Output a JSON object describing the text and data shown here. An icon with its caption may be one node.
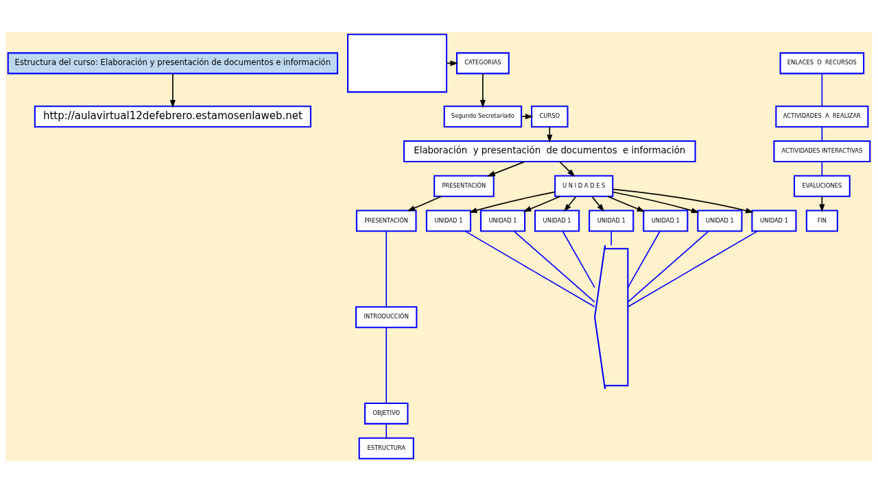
{
  "diagram": {
    "nodes": [
      {
        "text": [
          "Estructura del curso: Elaboración y presentación de documentos e información"
        ]
      },
      {
        "text": [
          "http://aulavirtual12defebrero.estamosenlaweb.net"
        ]
      },
      {
        "text": [
          "CATEGORIAS"
        ]
      },
      {
        "text": [],
        "shape": "box"
      },
      {
        "text": [
          "Segundo Secretariado"
        ]
      },
      {
        "text": [
          "CURSO"
        ]
      },
      {
        "text": [
          "Elaboración  y presentación  de documentos  e información"
        ]
      },
      {
        "text": [
          "PRESENTACIÓN"
        ]
      },
      {
        "text": [
          "PRESENTACIÓN"
        ]
      },
      {
        "text": [
          "INTRODUCCIÓN"
        ]
      },
      {
        "text": [
          "OBJETIVO"
        ]
      },
      {
        "text": [
          "ESTRUCTURA"
        ]
      },
      {
        "text": [
          "U N I D A D E S"
        ]
      },
      {
        "text": [
          "UNIDAD 1"
        ]
      },
      {
        "text": [
          "UNIDAD 1"
        ]
      },
      {
        "text": [
          "UNIDAD 1"
        ]
      },
      {
        "text": [
          "UNIDAD 1"
        ]
      },
      {
        "text": [
          "UNIDAD 1"
        ]
      },
      {
        "text": [
          "UNIDAD 1"
        ]
      },
      {
        "text": [
          "UNIDAD 1"
        ]
      },
      {
        "text": [],
        "shape": "bracket"
      },
      {
        "text": [
          "ENLACES  O  RECURSOS"
        ]
      },
      {
        "text": [
          "ACTIVIDADES  A  REALIZAR"
        ]
      },
      {
        "text": [
          "ACTIVIDADES INTERACTIVAS"
        ]
      },
      {
        "text": [
          "EVALUCIONES"
        ]
      },
      {
        "text": [
          "FIN"
        ]
      }
    ],
    "edges": [
      {
        "from": 0,
        "to": 1,
        "arrow": "to"
      },
      {
        "from": 3,
        "to": 2,
        "arrow": "to"
      },
      {
        "from": 2,
        "to": 4,
        "arrow": "to"
      },
      {
        "from": 4,
        "to": 5,
        "arrow": "to"
      },
      {
        "from": 5,
        "to": 6,
        "arrow": "to"
      },
      {
        "from": 6,
        "to": 7,
        "arrow": "to"
      },
      {
        "from": 6,
        "to": 12,
        "arrow": "to"
      },
      {
        "from": 7,
        "to": 8,
        "arrow": "to"
      },
      {
        "from": 8,
        "to": 9,
        "arrow": "none",
        "color": "#0000ff"
      },
      {
        "from": 9,
        "to": 10,
        "arrow": "none",
        "color": "#0000ff"
      },
      {
        "from": 10,
        "to": 11,
        "arrow": "none",
        "color": "#0000ff"
      },
      {
        "from": 12,
        "to": 13,
        "arrow": "to"
      },
      {
        "from": 12,
        "to": 14,
        "arrow": "to"
      },
      {
        "from": 12,
        "to": 15,
        "arrow": "to"
      },
      {
        "from": 12,
        "to": 16,
        "arrow": "to"
      },
      {
        "from": 12,
        "to": 17,
        "arrow": "to"
      },
      {
        "from": 12,
        "to": 18,
        "arrow": "to"
      },
      {
        "from": 12,
        "to": 19,
        "arrow": "to"
      },
      {
        "from": 13,
        "to": 20,
        "arrow": "none",
        "color": "#0000ff"
      },
      {
        "from": 14,
        "to": 20,
        "arrow": "none",
        "color": "#0000ff"
      },
      {
        "from": 15,
        "to": 20,
        "arrow": "none",
        "color": "#0000ff"
      },
      {
        "from": 16,
        "to": 20,
        "arrow": "none",
        "color": "#0000ff"
      },
      {
        "from": 17,
        "to": 20,
        "arrow": "none",
        "color": "#0000ff"
      },
      {
        "from": 18,
        "to": 20,
        "arrow": "none",
        "color": "#0000ff"
      },
      {
        "from": 19,
        "to": 20,
        "arrow": "none",
        "color": "#0000ff"
      },
      {
        "from": 21,
        "to": 22,
        "arrow": "none",
        "color": "#0000ff"
      },
      {
        "from": 22,
        "to": 23,
        "arrow": "none",
        "color": "#0000ff"
      },
      {
        "from": 23,
        "to": 24,
        "arrow": "none",
        "color": "#0000ff"
      },
      {
        "from": 24,
        "to": 25,
        "arrow": "to"
      }
    ]
  }
}
